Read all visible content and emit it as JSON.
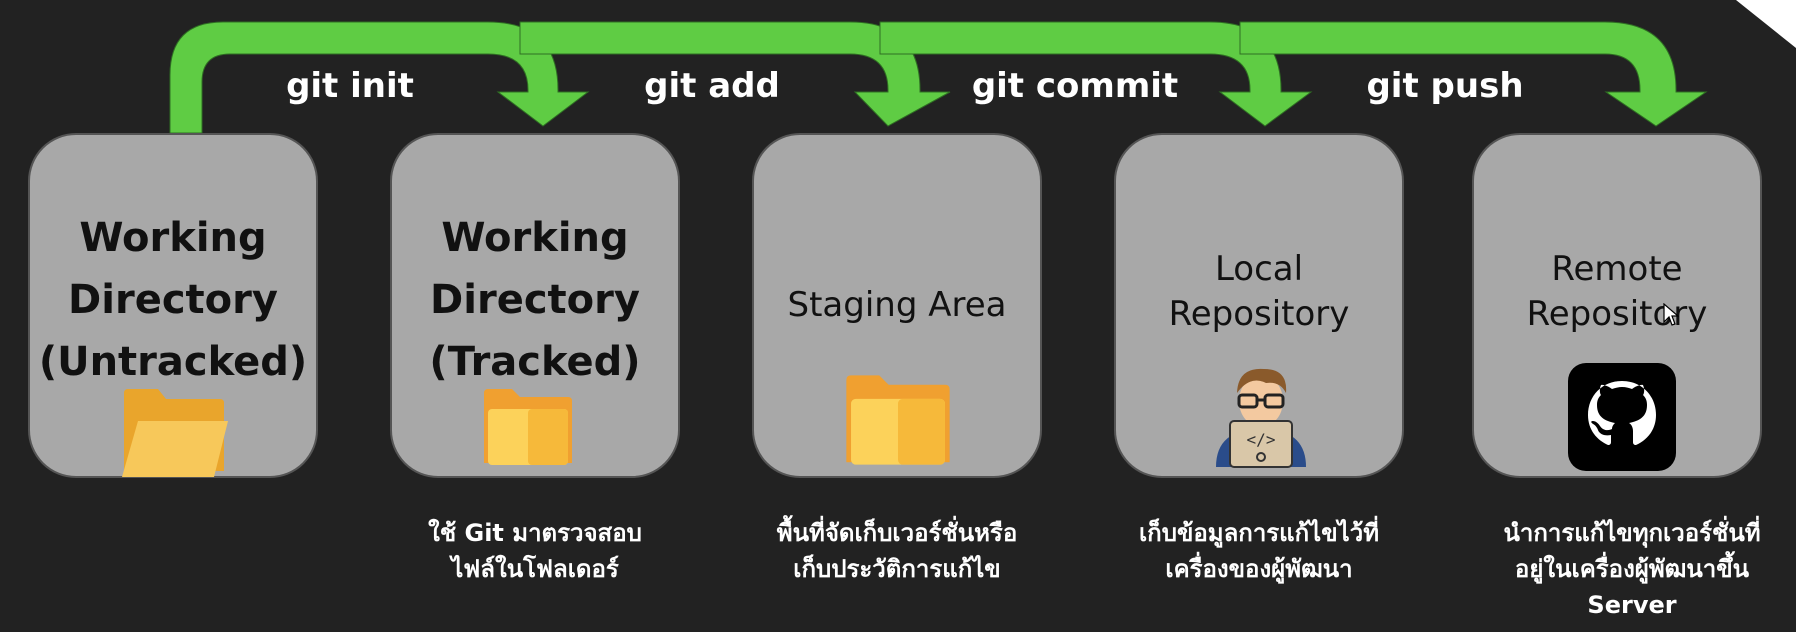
{
  "stages": [
    {
      "title": "Working\nDirectory\n(Untracked)",
      "icon": "folder-icon",
      "caption": ""
    },
    {
      "title": "Working\nDirectory\n(Tracked)",
      "icon": "folder-icon",
      "caption": "ใช้ Git มาตรวจสอบ\nไฟล์ในโฟลเดอร์"
    },
    {
      "title": "Staging Area",
      "icon": "folder-icon",
      "caption": "พื้นที่จัดเก็บเวอร์ชั่นหรือ\nเก็บประวัติการแก้ไข"
    },
    {
      "title": "Local\nRepository",
      "icon": "developer-icon",
      "caption": "เก็บข้อมูลการแก้ไขไว้ที่\nเครื่องของผู้พัฒนา"
    },
    {
      "title": "Remote\nRepository",
      "icon": "github-icon",
      "caption": "นำการแก้ไขทุกเวอร์ชั่นที่\nอยู่ในเครื่องผู้พัฒนาขึ้น\nServer"
    }
  ],
  "commands": [
    "git init",
    "git add",
    "git commit",
    "git push"
  ],
  "colors": {
    "background": "#222222",
    "box": "#a8a8a8",
    "arrow": "#5fcc44",
    "folder": "#f5b93a"
  }
}
